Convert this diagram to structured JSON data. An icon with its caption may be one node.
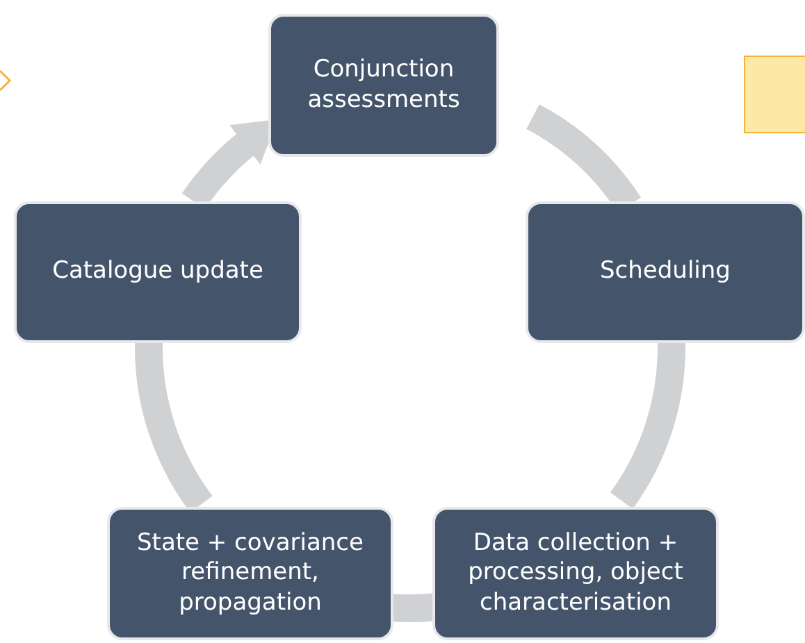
{
  "diagram": {
    "nodes": [
      {
        "text": [
          "Conjunction assessments"
        ]
      },
      {
        "text": [
          "Scheduling"
        ]
      },
      {
        "text": [
          "Data collection + processing, object characterisation"
        ]
      },
      {
        "text": [
          "State + covariance refinement, propagation"
        ]
      },
      {
        "text": [
          "Catalogue update"
        ]
      },
      {
        "text": [],
        "shape": "box"
      }
    ],
    "edges": [
      {
        "from": 0,
        "to": 1,
        "arrow": "none"
      },
      {
        "from": 1,
        "to": 2,
        "arrow": "none"
      },
      {
        "from": 2,
        "to": 3,
        "arrow": "none"
      },
      {
        "from": 3,
        "to": 4,
        "arrow": "none"
      },
      {
        "from": 4,
        "to": 0,
        "arrow": "to"
      }
    ]
  }
}
